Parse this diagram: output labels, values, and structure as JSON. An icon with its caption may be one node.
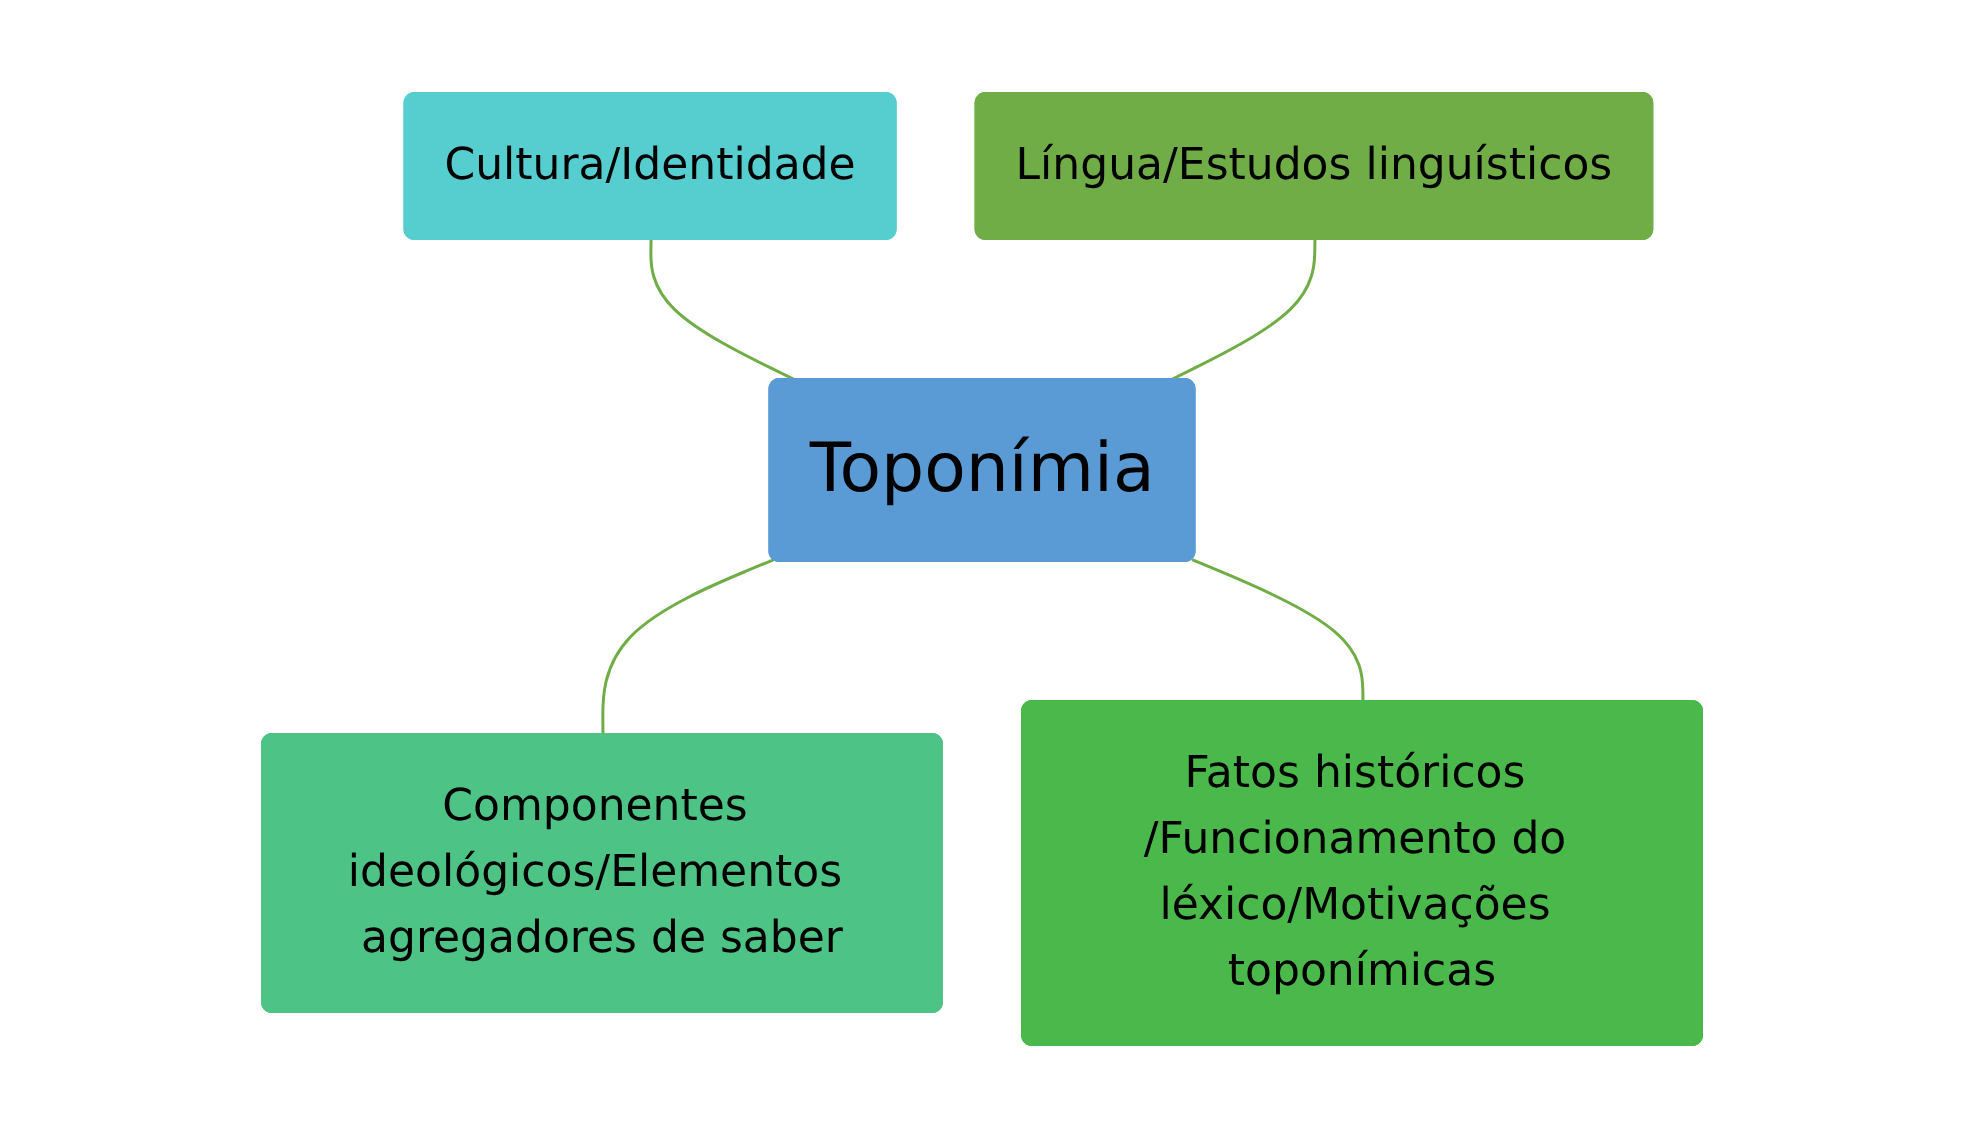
{
  "diagram": {
    "nodes": [
      {
        "text": [
          "Cultura/Identidade"
        ]
      },
      {
        "text": [
          "Língua/Estudos linguísticos"
        ]
      },
      {
        "text": [
          "Toponímia"
        ]
      },
      {
        "text": [
          "Componentes ideológicos/Elementos agregadores de saber"
        ]
      },
      {
        "text": [
          "Fatos históricos /Funcionamento do léxico/Motivações toponímicas"
        ]
      }
    ],
    "edges": [
      {
        "from": 0,
        "to": 2,
        "arrow": "none"
      },
      {
        "from": 1,
        "to": 2,
        "arrow": "none"
      },
      {
        "from": 2,
        "to": 3,
        "arrow": "none"
      },
      {
        "from": 2,
        "to": 4,
        "arrow": "none"
      }
    ]
  }
}
